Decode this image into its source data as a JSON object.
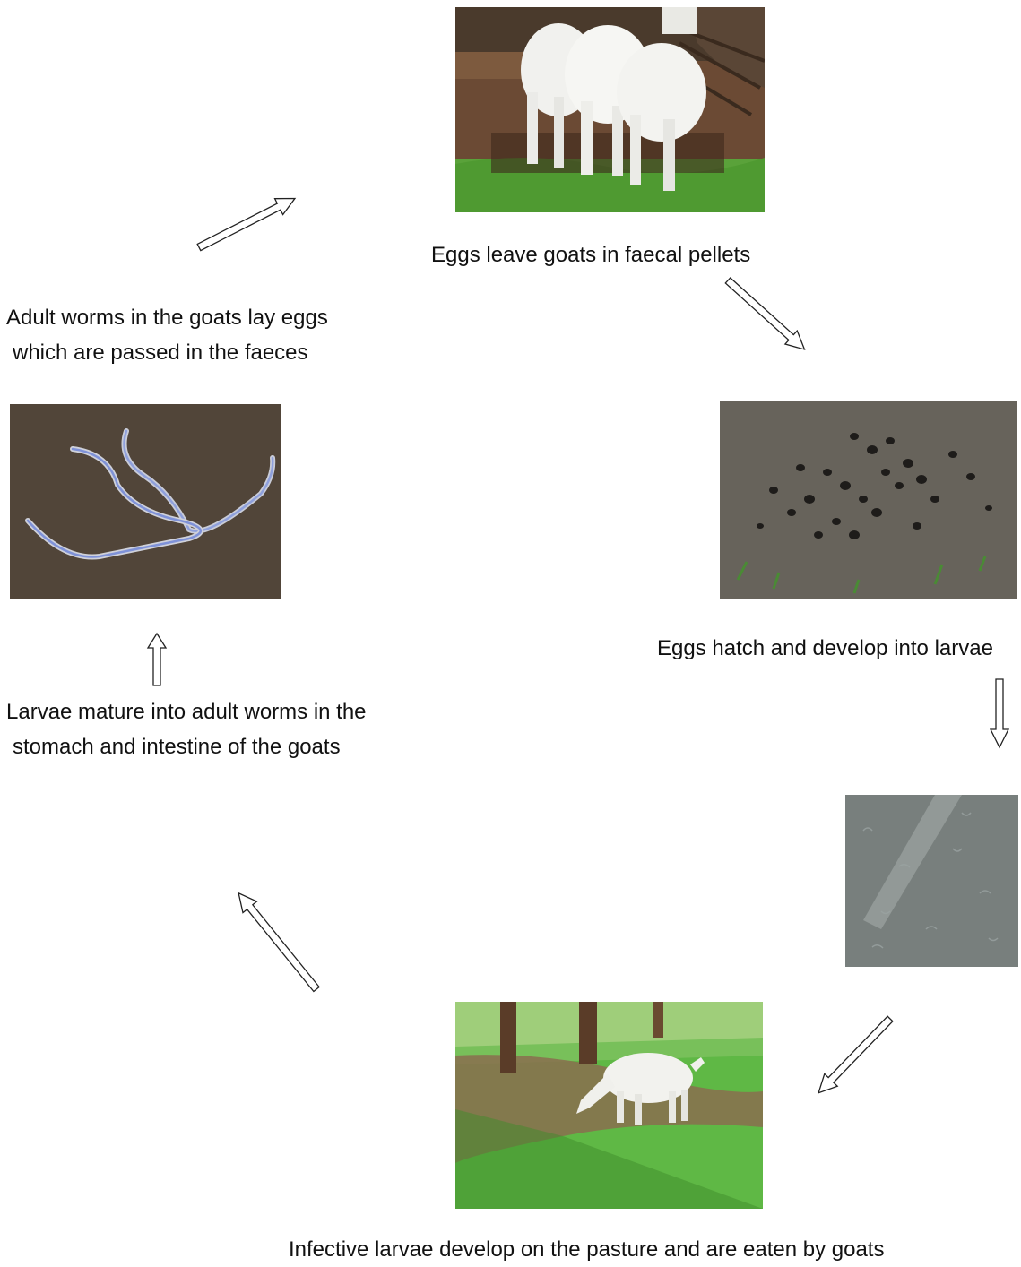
{
  "stages": {
    "goats_rear": {
      "caption": "Eggs leave goats in faecal pellets",
      "photo": "goats-rear-photo"
    },
    "pellets": {
      "caption": "Eggs hatch and develop into larvae",
      "photo": "faecal-pellets-photo"
    },
    "larvae": {
      "caption": "",
      "photo": "larvae-micro-photo"
    },
    "grazing": {
      "caption": "Infective larvae develop on the pasture and are eaten by goats",
      "photo": "grazing-goat-photo"
    },
    "worms": {
      "caption_lines": [
        "Larvae mature into adult worms in the",
        "stomach and intestine of the goats"
      ],
      "photo": "adult-worms-photo"
    },
    "adult_laying": {
      "caption_lines": [
        "Adult worms in the goats lay eggs",
        "which are passed in the faeces"
      ]
    }
  },
  "arrows": [
    "arrow-to-pellets",
    "arrow-to-larvae",
    "arrow-to-grazing",
    "arrow-to-worms-left",
    "arrow-up-worms",
    "arrow-to-goats"
  ]
}
